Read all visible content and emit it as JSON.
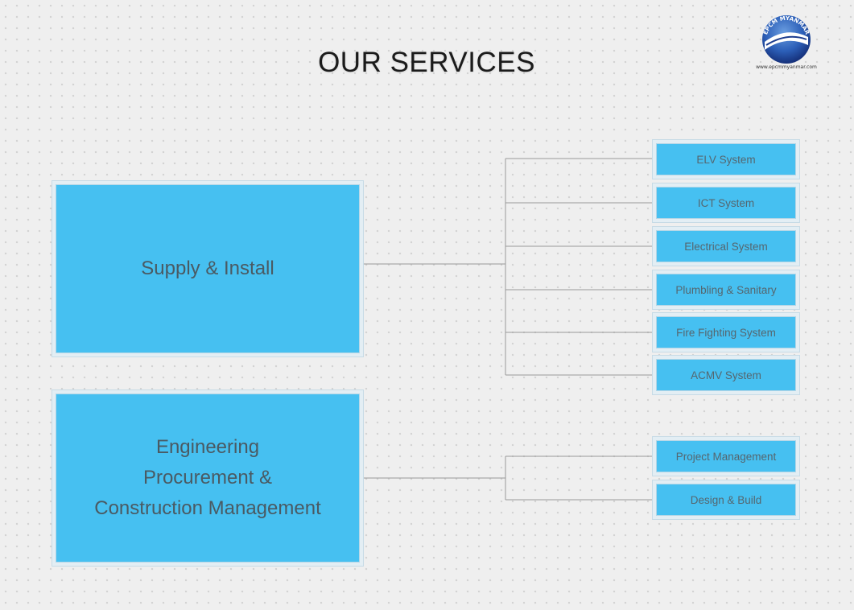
{
  "header": {
    "title": "OUR SERVICES",
    "logo_text": "EPCM MYANMAR",
    "logo_url": "www.epcmmyanmar.com"
  },
  "colors": {
    "box_fill": "#46c0f1",
    "box_frame": "#e3eef4",
    "connector": "#9a9a9a",
    "background": "#efefef"
  },
  "services": [
    {
      "label": "Supply & Install",
      "children": [
        "ELV System",
        "ICT System",
        "Electrical System",
        "Plumbling & Sanitary",
        "Fire Fighting System",
        "ACMV System"
      ]
    },
    {
      "label": "Engineering\nProcurement &\nConstruction Management",
      "children": [
        "Project Management",
        "Design & Build"
      ]
    }
  ]
}
